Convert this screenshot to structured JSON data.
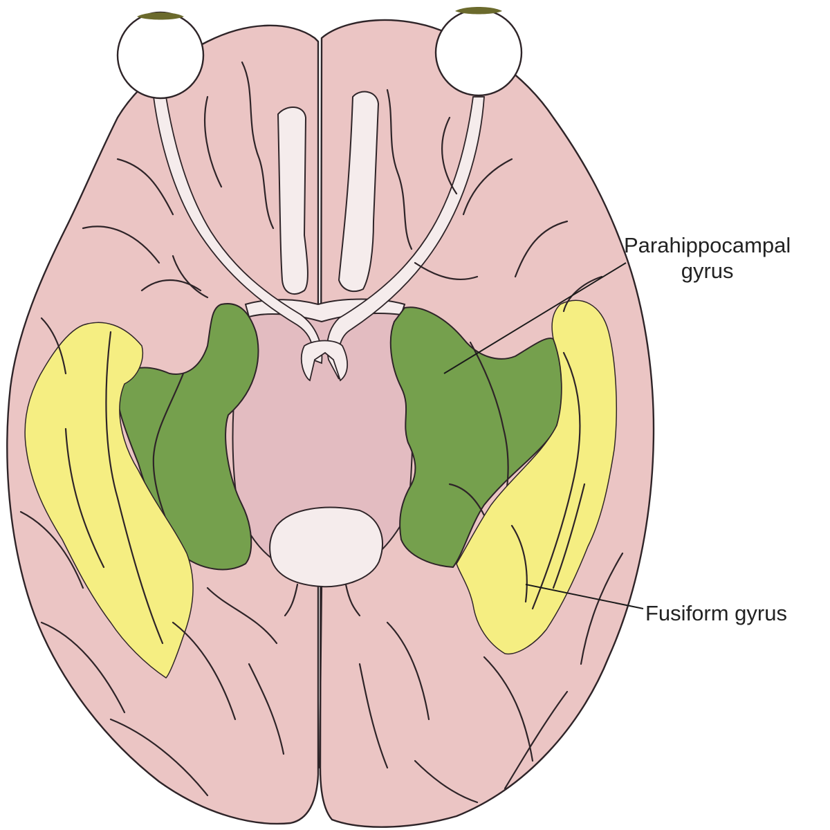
{
  "labels": {
    "parahippocampal_line1": "Parahippocampal",
    "parahippocampal_line2": "gyrus",
    "fusiform": "Fusiform gyrus"
  },
  "colors": {
    "cortex": "#ebc5c4",
    "midbrain": "#e3bcc1",
    "parahippocampal": "#75a04d",
    "fusiform": "#f5ee82",
    "optic_nerve": "#f5ecec",
    "eye": "#ffffff",
    "pupil": "#6b6a2c"
  }
}
